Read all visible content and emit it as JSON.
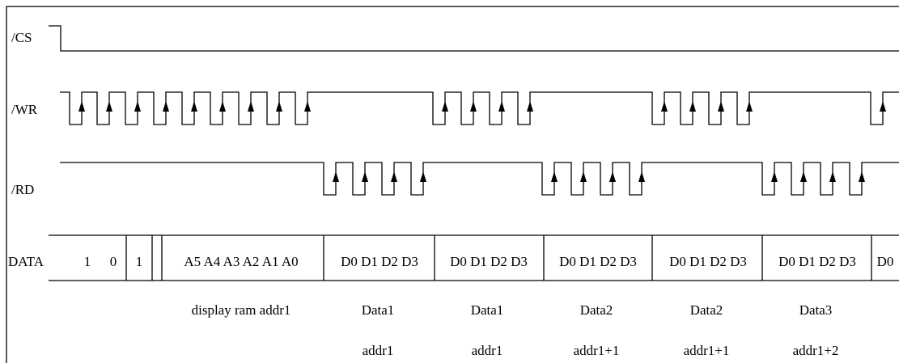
{
  "signals": {
    "cs": "/CS",
    "wr": "/WR",
    "rd": "/RD",
    "data": "DATA"
  },
  "data_bus": {
    "command_bits": [
      "1",
      "0",
      "1"
    ],
    "address_bits": "A5 A4 A3 A2 A1 A0",
    "data_fields": [
      "D0 D1 D2 D3",
      "D0 D1 D2 D3",
      "D0 D1 D2 D3",
      "D0 D1 D2 D3",
      "D0 D1 D2 D3"
    ],
    "trailing_field": "D0"
  },
  "annotations": [
    {
      "line1": "display ram addr1",
      "line2": ""
    },
    {
      "line1": "Data1",
      "line2": "addr1"
    },
    {
      "line1": "Data1",
      "line2": "addr1"
    },
    {
      "line1": "Data2",
      "line2": "addr1+1"
    },
    {
      "line1": "Data2",
      "line2": "addr1+1"
    },
    {
      "line1": "Data3",
      "line2": "addr1+2"
    }
  ]
}
